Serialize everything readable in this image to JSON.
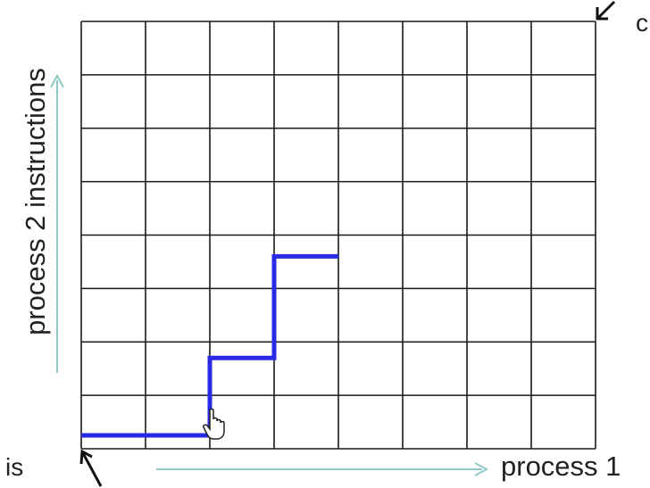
{
  "diagram": {
    "x_axis_label": "process 1",
    "y_axis_label": "process 2 instructions",
    "bottom_left_label": "is",
    "top_right_label": "c",
    "grid": {
      "columns": 8,
      "rows": 8
    },
    "path_steps": [
      {
        "p1": 0,
        "p2": 0.25
      },
      {
        "p1": 2,
        "p2": 0.25
      },
      {
        "p1": 2,
        "p2": 1.7
      },
      {
        "p1": 3,
        "p2": 1.7
      },
      {
        "p1": 3,
        "p2": 3.6
      },
      {
        "p1": 4,
        "p2": 3.6
      }
    ],
    "colors": {
      "path": "#2a2ae6",
      "grid": "#1a1a1a",
      "axis_arrows": "#8fc9c9",
      "pointer_arrows": "#111111"
    },
    "cursor_icon": "hand-pointer-icon"
  }
}
